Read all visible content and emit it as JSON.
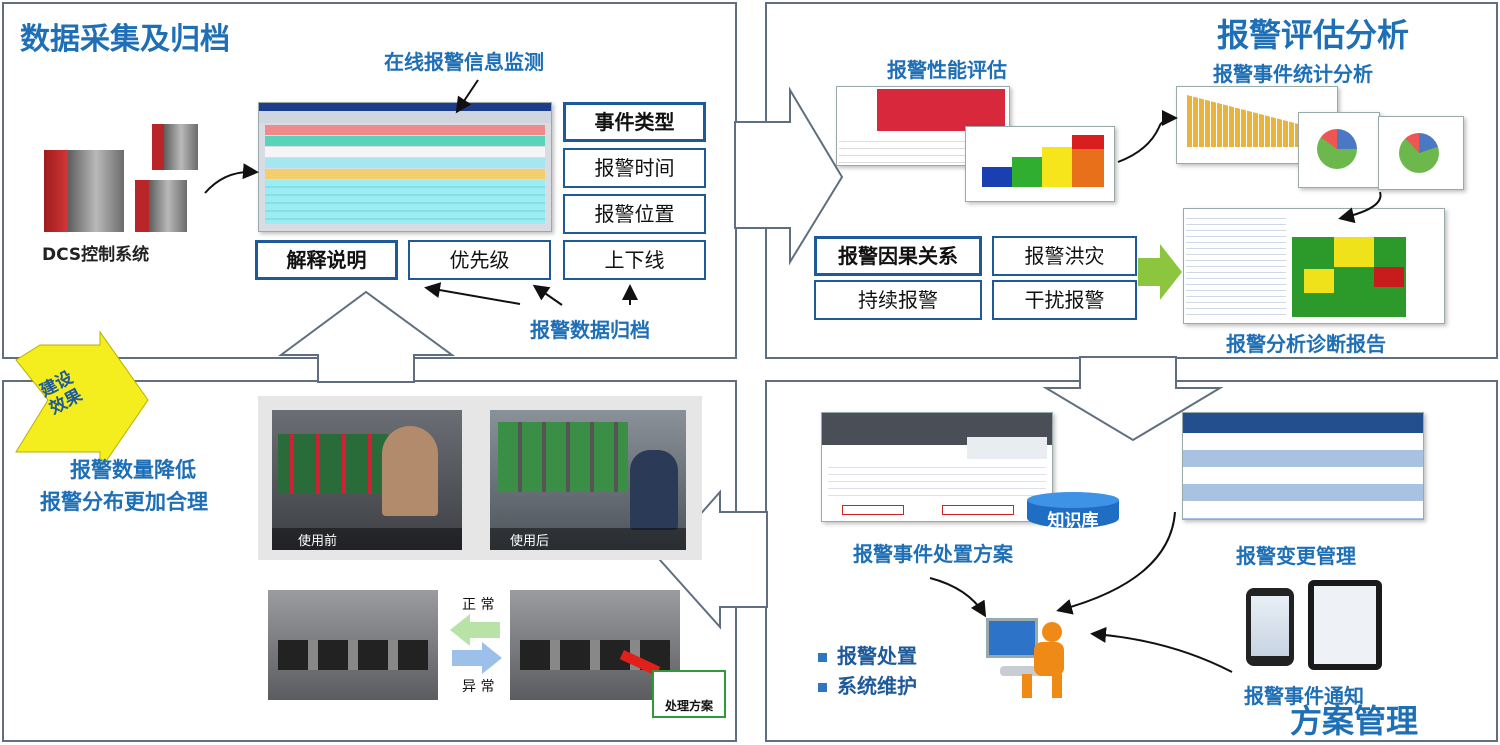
{
  "section1": {
    "title": "数据采集及归档",
    "monitor_label": "在线报警信息监测",
    "dcs_label": "DCS控制系统",
    "archive_label": "报警数据归档",
    "fields_right": [
      "事件类型",
      "报警时间",
      "报警位置"
    ],
    "fields_bottom": [
      "解释说明",
      "优先级",
      "上下线"
    ]
  },
  "section2": {
    "title": "报警评估分析",
    "performance_label": "报警性能评估",
    "stats_label": "报警事件统计分析",
    "tags": [
      "报警因果关系",
      "报警洪灾",
      "持续报警",
      "干扰报警"
    ],
    "report_label": "报警分析诊断报告"
  },
  "section3": {
    "title": "方案管理",
    "disposal_label": "报警事件处置方案",
    "knowledge_label": "知识库",
    "change_label": "报警变更管理",
    "notify_label": "报警事件通知",
    "bullets": [
      "报警处置",
      "系统维护"
    ]
  },
  "section4": {
    "badge": "建设效果",
    "results": [
      "报警数量降低",
      "报警分布更加合理"
    ],
    "before_label": "使用前",
    "after_label": "使用后",
    "normal_label": "正 常",
    "abnormal_label": "异 常",
    "plan_label": "处理方案"
  },
  "colors": {
    "title_blue": "#1e6fb6",
    "tag_border": "#1e5a9a",
    "green_arrow": "#8cc63f",
    "badge_yellow": "#f4ee1e"
  }
}
